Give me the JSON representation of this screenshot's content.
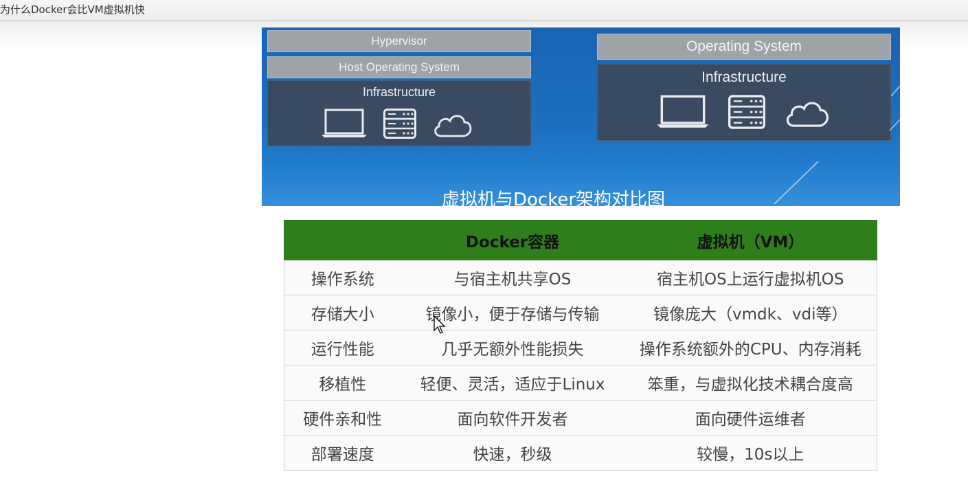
{
  "window": {
    "title": "为什么Docker会比VM虚拟机快"
  },
  "diagram": {
    "left": {
      "hypervisor": "Hypervisor",
      "host_os": "Host Operating System",
      "infrastructure": "Infrastructure"
    },
    "right": {
      "os": "Operating System",
      "infrastructure": "Infrastructure"
    },
    "caption": "虚拟机与Docker架构对比图",
    "icons": [
      "laptop-icon",
      "server-icon",
      "cloud-icon"
    ],
    "colors": {
      "background": "#1c6ebf",
      "bar": "#9ea3a8",
      "panel": "#3a4a60"
    }
  },
  "table": {
    "header_color": "#2e7f1c",
    "headers": [
      "",
      "Docker容器",
      "虚拟机（VM）"
    ],
    "rows": [
      [
        "操作系统",
        "与宿主机共享OS",
        "宿主机OS上运行虚拟机OS"
      ],
      [
        "存储大小",
        "镜像小，便于存储与传输",
        "镜像庞大（vmdk、vdi等）"
      ],
      [
        "运行性能",
        "几乎无额外性能损失",
        "操作系统额外的CPU、内存消耗"
      ],
      [
        "移植性",
        "轻便、灵活，适应于Linux",
        "笨重，与虚拟化技术耦合度高"
      ],
      [
        "硬件亲和性",
        "面向软件开发者",
        "面向硬件运维者"
      ],
      [
        "部署速度",
        "快速，秒级",
        "较慢，10s以上"
      ]
    ]
  }
}
